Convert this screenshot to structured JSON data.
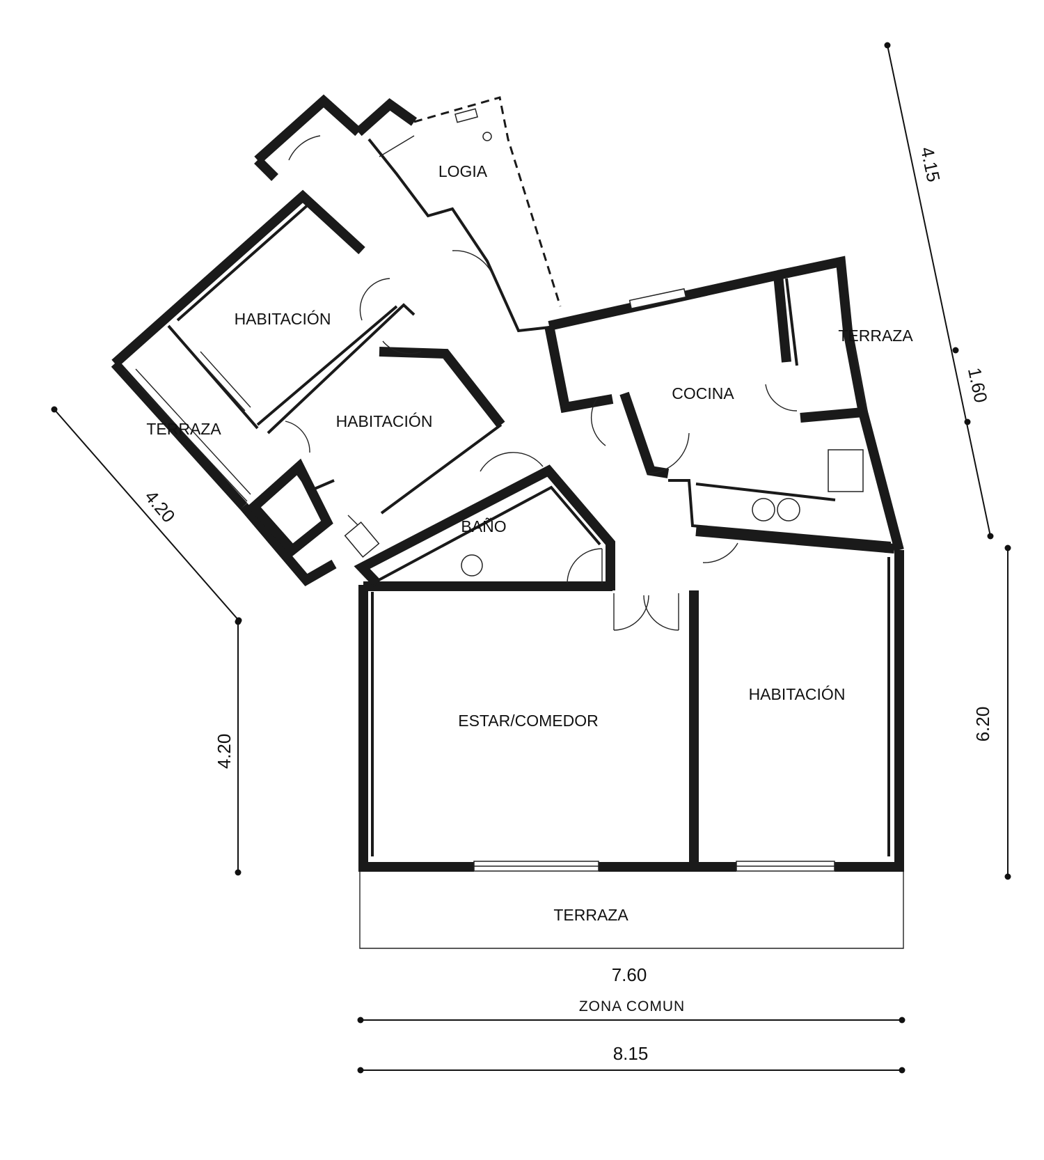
{
  "rooms": {
    "logia": "LOGIA",
    "habitacion_upper": "HABITACIÓN",
    "habitacion_middle": "HABITACIÓN",
    "terraza_left": "TERRAZA",
    "terraza_right": "TERRAZA",
    "cocina": "COCINA",
    "bano": "BAÑO",
    "estar_comedor": "ESTAR/COMEDOR",
    "habitacion_right": "HABITACIÓN",
    "terraza_bottom": "TERRAZA"
  },
  "dimensions": {
    "right_top": "4.15",
    "right_middle": "1.60",
    "right_lower": "6.20",
    "left_diagonal": "4.20",
    "left_vertical": "4.20",
    "bottom_terrace": "7.60",
    "zona_comun_label": "ZONA COMUN",
    "bottom_total": "8.15"
  }
}
